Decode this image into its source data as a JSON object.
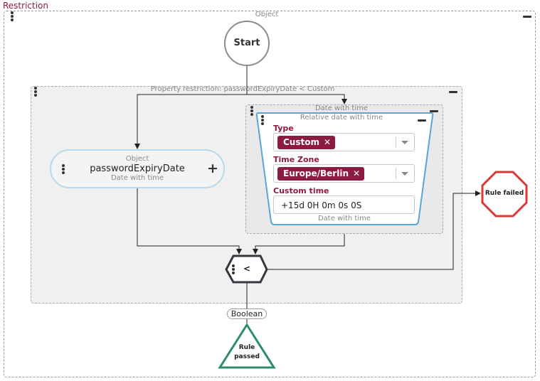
{
  "restriction": {
    "title": "Restriction",
    "caption": "Object"
  },
  "start_node": {
    "label": "Start"
  },
  "property_restriction": {
    "caption": "Property restriction: passwordExpiryDate < Custom"
  },
  "object_node": {
    "caption": "Object",
    "name": "passwordExpiryDate",
    "type": "Date with time"
  },
  "date_with_time": {
    "caption": "Date with time"
  },
  "relative_date": {
    "caption": "Relative date with time",
    "type_label": "Type",
    "type_value": "Custom",
    "timezone_label": "Time Zone",
    "timezone_value": "Europe/Berlin",
    "custom_time_label": "Custom time",
    "custom_time_value": "+15d 0H 0m 0s 0S",
    "footer": "Date with time"
  },
  "operator_node": {
    "symbol": "<"
  },
  "boolean_label": "Boolean",
  "rule_passed": {
    "line1": "Rule",
    "line2": "passed"
  },
  "rule_failed": {
    "label": "Rule failed"
  },
  "colors": {
    "accent": "#8c1b43",
    "frame_blue": "#5aa6d6",
    "success": "#2e8b6e",
    "failure": "#d93a35"
  }
}
